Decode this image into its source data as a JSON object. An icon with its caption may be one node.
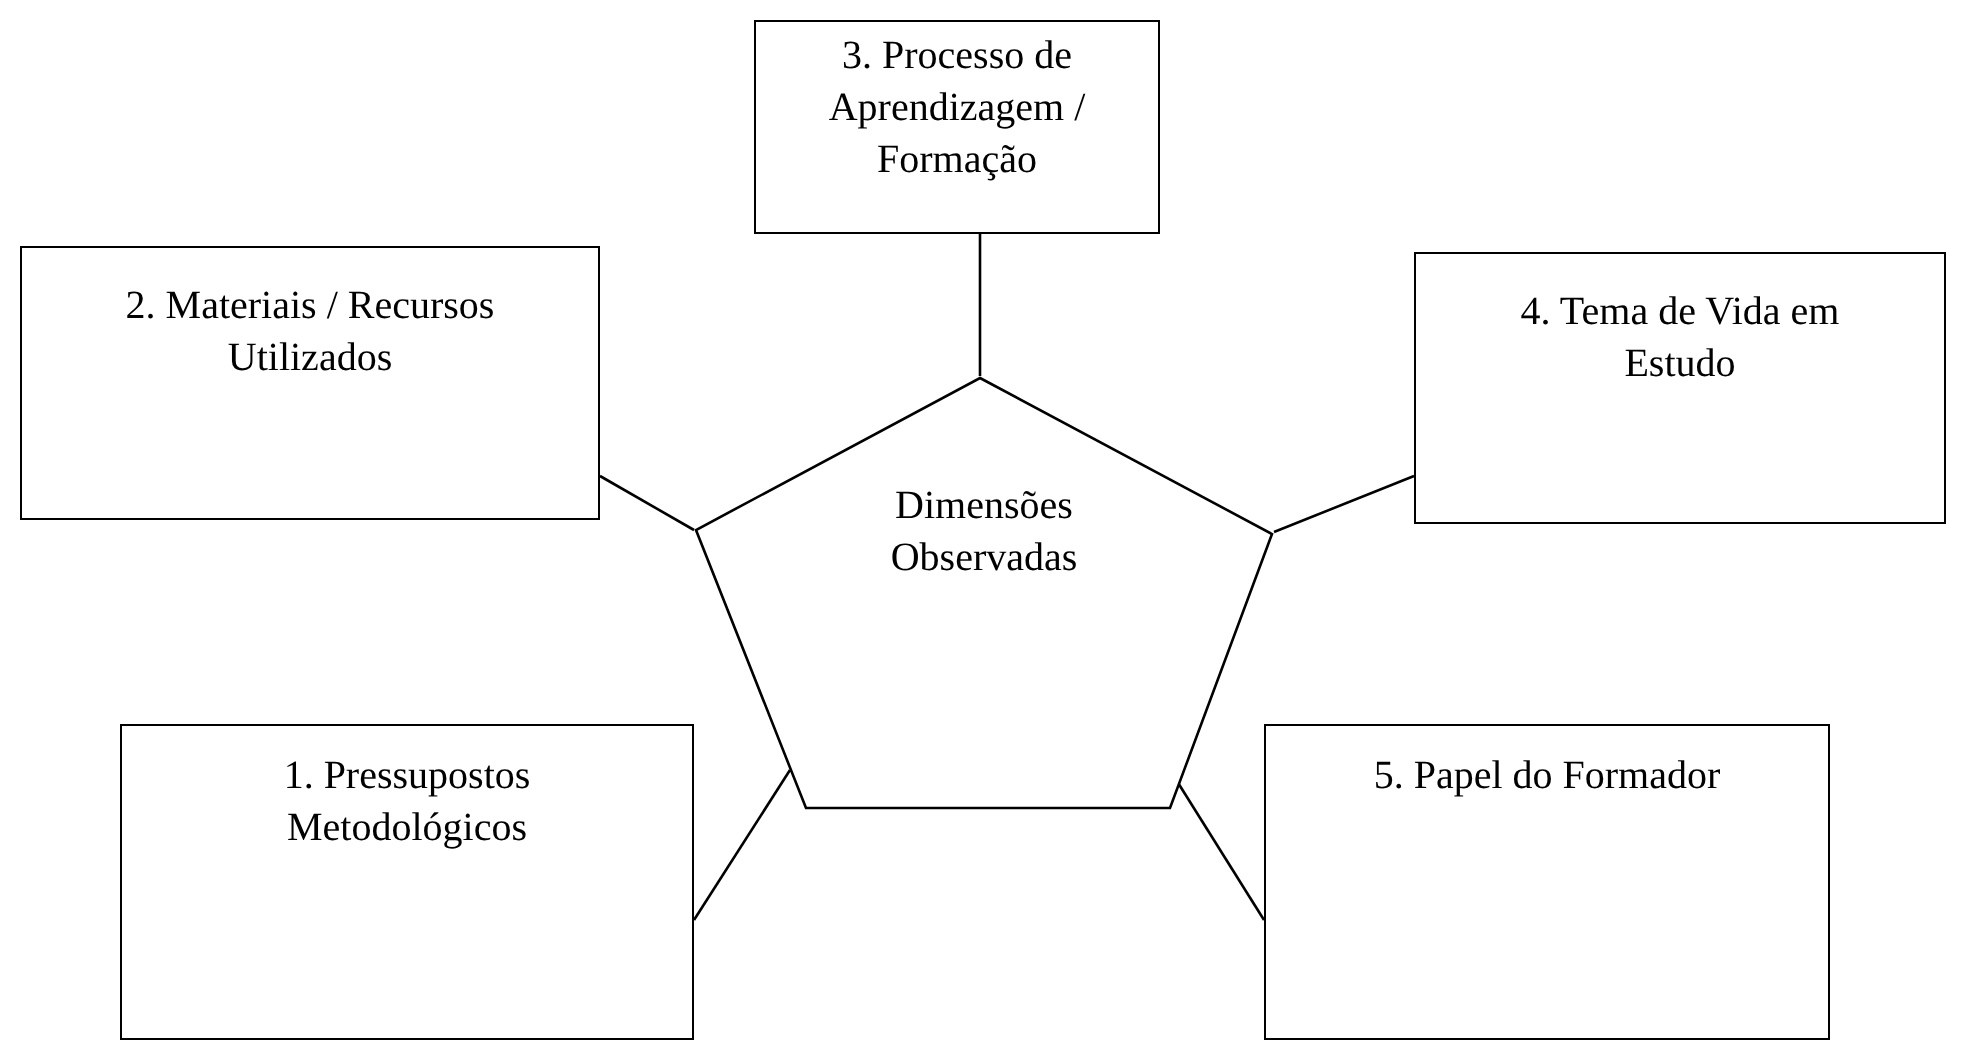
{
  "diagram": {
    "nodes": [
      {
        "text": [
          "3. Processo de Aprendizagem / Formação"
        ]
      },
      {
        "text": [
          "2. Materiais / Recursos Utilizados"
        ]
      },
      {
        "text": [
          "4. Tema de Vida em Estudo"
        ]
      },
      {
        "text": [
          "Dimensões Observadas"
        ]
      },
      {
        "text": [
          "1. Pressupostos Metodológicos"
        ]
      },
      {
        "text": [
          "5. Papel do Formador"
        ]
      }
    ],
    "edges": [
      {
        "from": 3,
        "to": 0,
        "arrow": "none"
      },
      {
        "from": 3,
        "to": 1,
        "arrow": "none"
      },
      {
        "from": 3,
        "to": 2,
        "arrow": "none"
      },
      {
        "from": 3,
        "to": 4,
        "arrow": "none"
      },
      {
        "from": 3,
        "to": 5,
        "arrow": "none"
      }
    ]
  }
}
